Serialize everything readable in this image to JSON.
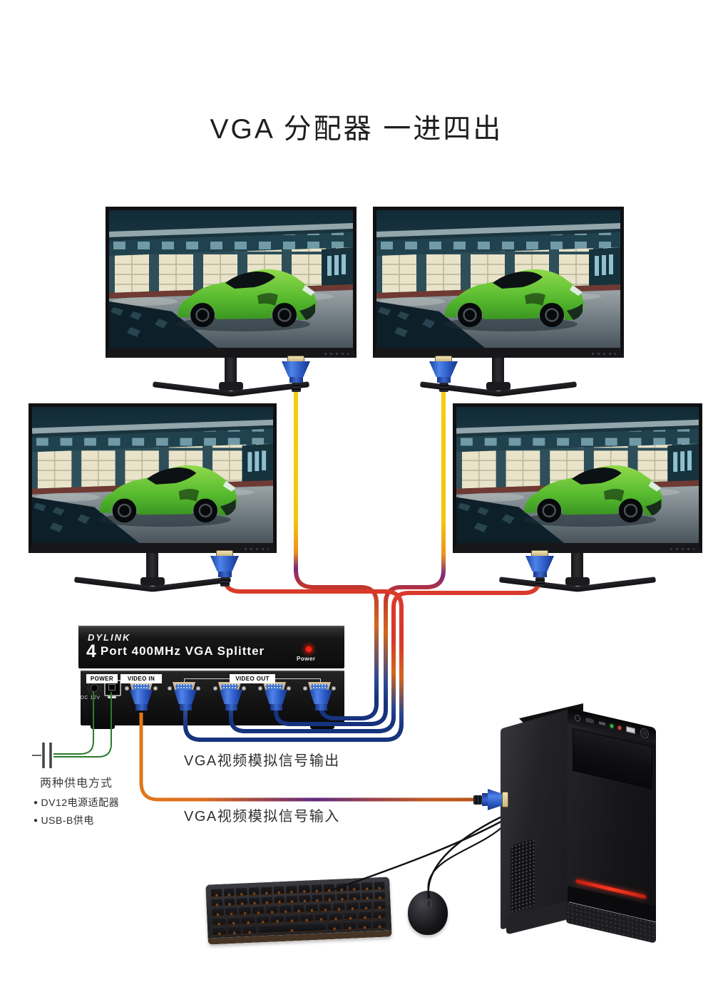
{
  "title": "VGA 分配器 一进四出",
  "splitter": {
    "brand": "DYLINK",
    "port_count": "4",
    "model_text": "Port 400MHz VGA Splitter",
    "power_led_label": "Power",
    "rear": {
      "power_label": "POWER",
      "video_in_label": "VIDEO IN",
      "video_out_label": "VIDEO OUT",
      "dc_label": "DC 12V"
    }
  },
  "power_note": {
    "bullet": "●",
    "title": "两种供电方式",
    "items": [
      "DV12电源适配器",
      "USB-B供电"
    ]
  },
  "labels": {
    "output": "VGA视频模拟信号输出",
    "input": "VGA视频模拟信号输入"
  },
  "devices": {
    "monitor_count": 4,
    "monitor_wallpaper": "green-sports-car-garage",
    "pc": "tower-case",
    "peripherals": [
      "keyboard",
      "mouse"
    ]
  },
  "colors": {
    "cable_yellow": "#f4cf0c",
    "cable_orange": "#e0761a",
    "cable_red": "#d8392b",
    "cable_purple": "#7b2a80",
    "cable_navy": "#16337d",
    "wire_green": "#2c7c2c",
    "led_red": "#ff2012",
    "pc_accent_red": "#e02818",
    "connector_blue": "#3a68cc",
    "car_green": "#5cc43c"
  }
}
